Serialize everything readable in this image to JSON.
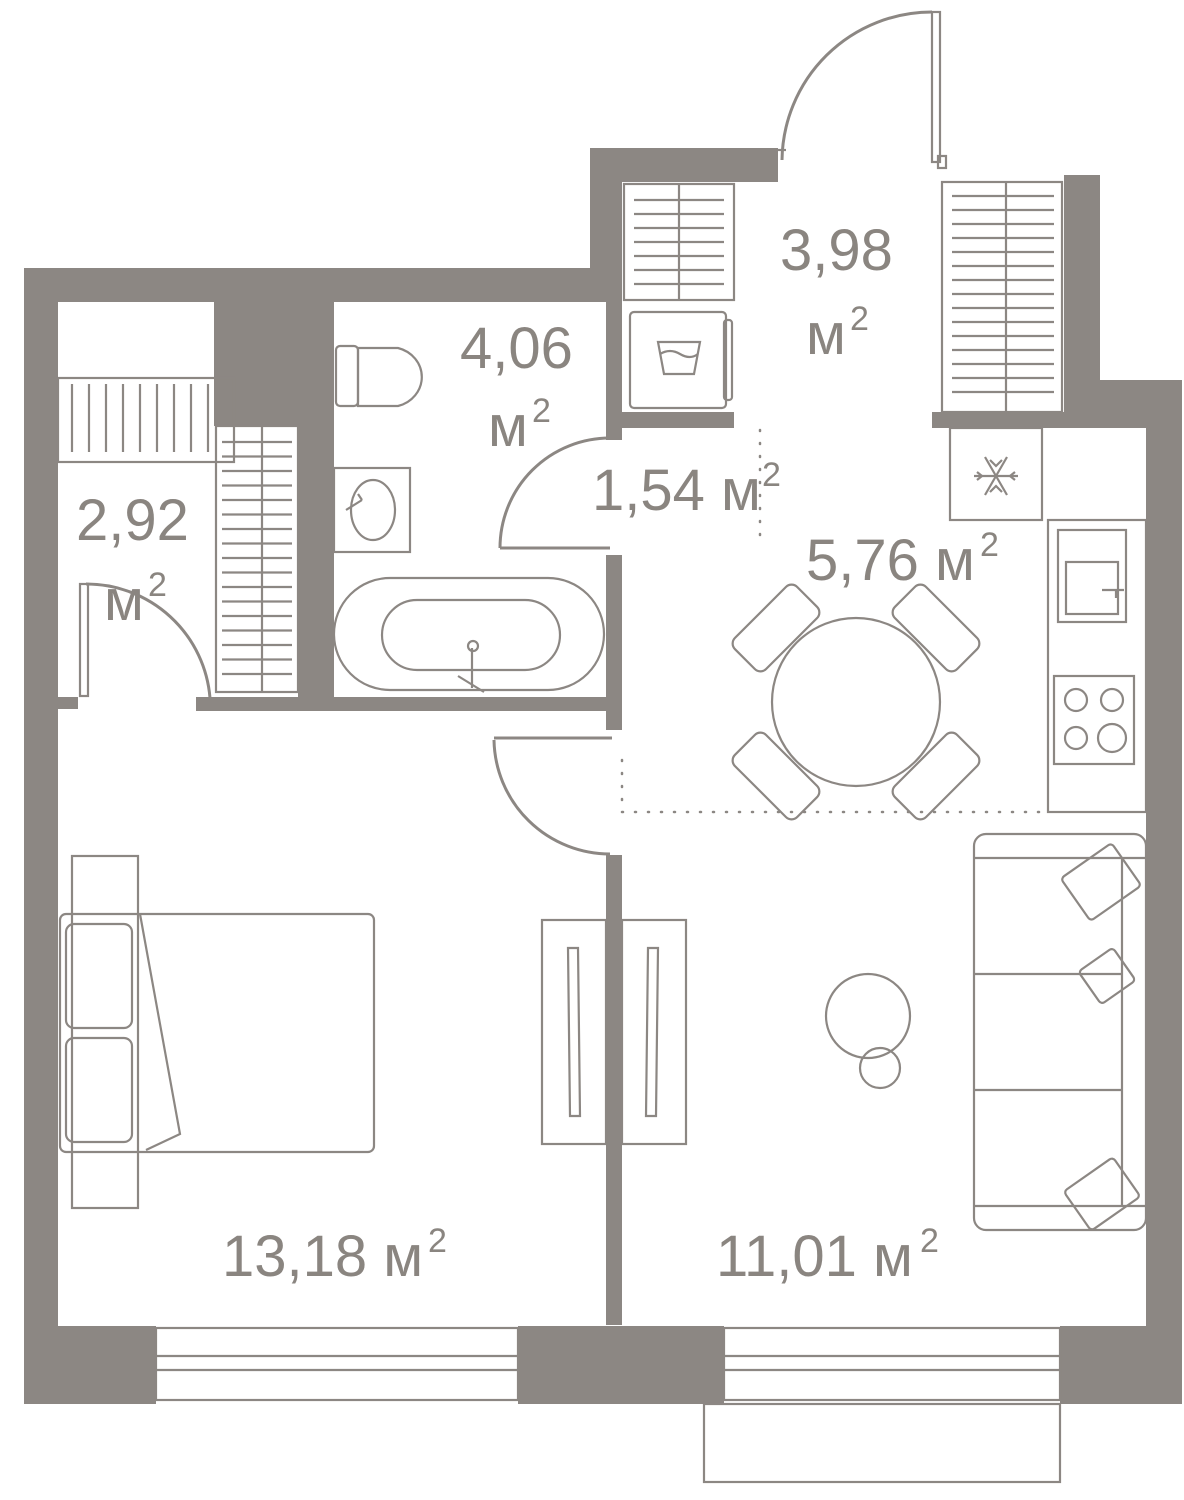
{
  "rooms": [
    {
      "id": "balcony-hall",
      "value": "3,98",
      "unit": "м",
      "sup": "2"
    },
    {
      "id": "bathroom",
      "value": "4,06",
      "unit": "м",
      "sup": "2"
    },
    {
      "id": "storage",
      "value": "2,92",
      "unit": "м",
      "sup": "2"
    },
    {
      "id": "corridor",
      "value": "1,54 м",
      "sup": "2"
    },
    {
      "id": "kitchen",
      "value": "5,76 м",
      "sup": "2"
    },
    {
      "id": "bedroom",
      "value": "13,18 м",
      "sup": "2"
    },
    {
      "id": "living",
      "value": "11,01 м",
      "sup": "2"
    }
  ],
  "colors": {
    "wall": "#8c8783",
    "label": "#8a8580",
    "background": "#ffffff"
  },
  "icons": [
    "snowflake-icon",
    "washing-machine-icon",
    "sink-icon",
    "stove-icon",
    "toilet-icon",
    "bathtub-icon",
    "bed-icon",
    "sofa-icon",
    "dining-table-icon",
    "wardrobe-icon",
    "coffee-table-icon"
  ]
}
